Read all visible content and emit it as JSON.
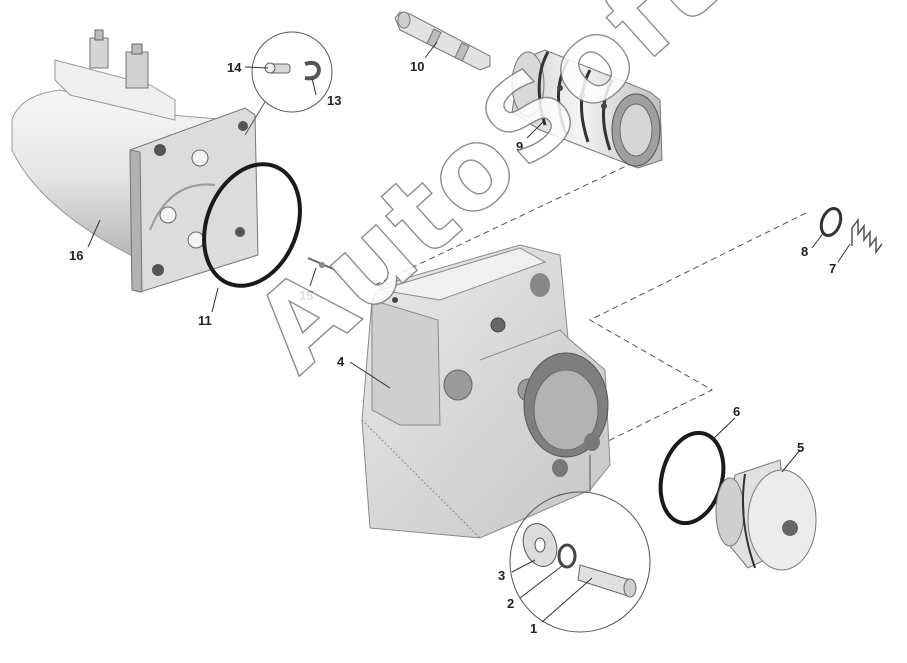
{
  "callouts": [
    {
      "id": "c1",
      "text": "1"
    },
    {
      "id": "c2",
      "text": "2"
    },
    {
      "id": "c3",
      "text": "3"
    },
    {
      "id": "c4",
      "text": "4"
    },
    {
      "id": "c5",
      "text": "5"
    },
    {
      "id": "c6",
      "text": "6"
    },
    {
      "id": "c7",
      "text": "7"
    },
    {
      "id": "c8",
      "text": "8"
    },
    {
      "id": "c9",
      "text": "9"
    },
    {
      "id": "c10",
      "text": "10"
    },
    {
      "id": "c11",
      "text": "11"
    },
    {
      "id": "c13",
      "text": "13"
    },
    {
      "id": "c14",
      "text": "14"
    },
    {
      "id": "c15",
      "text": "15"
    },
    {
      "id": "c16",
      "text": "16"
    }
  ],
  "watermark": "AutoSoft",
  "colors": {
    "part_fill": "#e3e3e3",
    "part_shadow": "#b9b9b9",
    "line": "#333333",
    "oring": "#1a1a1a"
  }
}
